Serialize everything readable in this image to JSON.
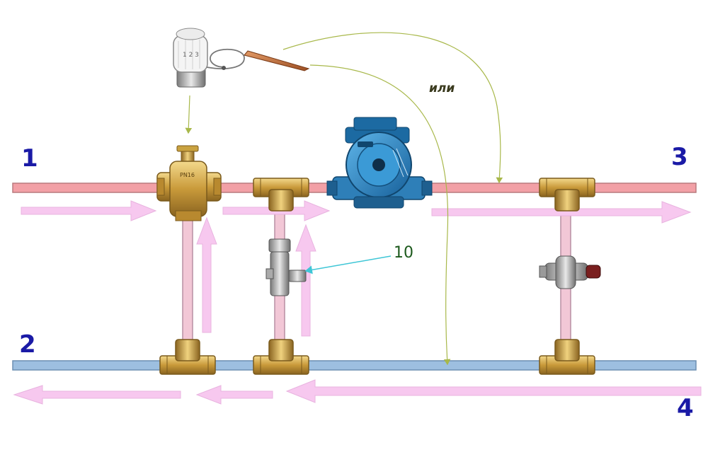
{
  "labels": {
    "point_1": "1",
    "point_2": "2",
    "point_3": "3",
    "point_4": "4",
    "callout_10": "10",
    "ili": "или"
  },
  "colors": {
    "hot_pipe": "#f2a0a6",
    "cold_pipe": "#9dbfe0",
    "flow_arrow": "#f7c8ef",
    "brass": "#d8b25a",
    "pump_body": "#2a86c6",
    "label_blue": "#1a1aa6",
    "label_green": "#1d5a1d",
    "callout_line": "#3ec6d6",
    "signal_line": "#a8b84a"
  },
  "icons": {
    "thermostatic_head": "thermostatic-head-icon",
    "three_way_valve": "three-way-valve-icon",
    "circulation_pump": "circulation-pump-icon",
    "balancing_valve": "balancing-valve-icon",
    "bypass_valve": "bypass-valve-icon",
    "tee_fitting": "tee-fitting-icon"
  }
}
